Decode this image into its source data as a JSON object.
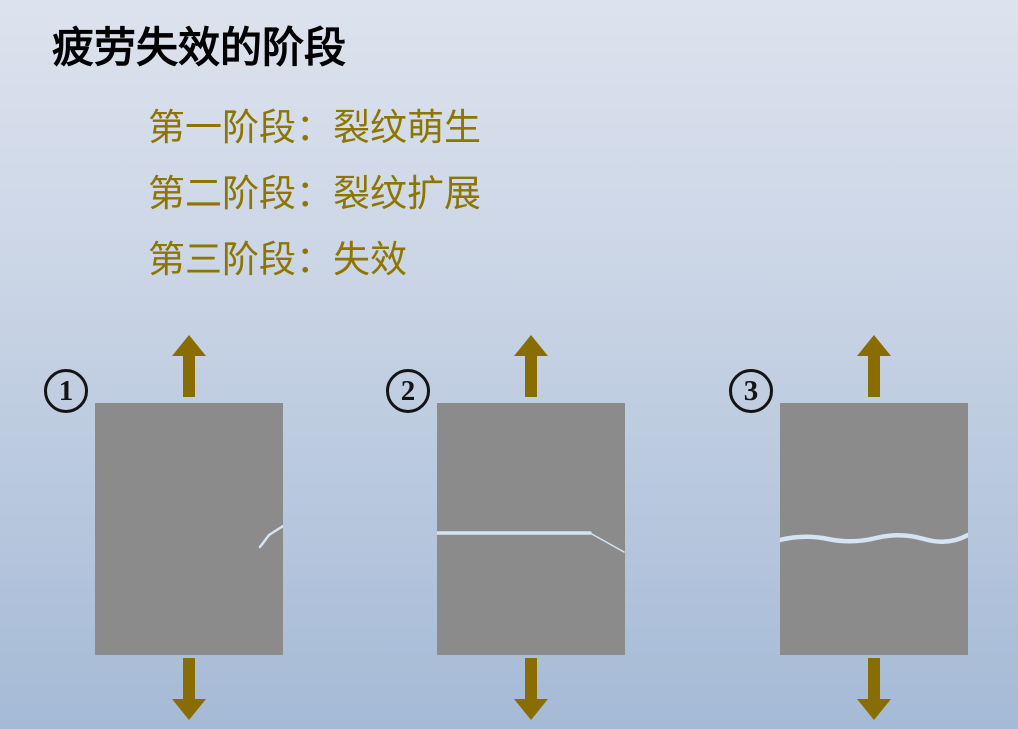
{
  "slide": {
    "title": "疲劳失效的阶段",
    "stages": [
      "第一阶段：裂纹萌生",
      "第二阶段：裂纹扩展",
      "第三阶段：失效"
    ]
  },
  "diagram": {
    "specimens": [
      {
        "number": "1"
      },
      {
        "number": "2"
      },
      {
        "number": "3"
      }
    ],
    "colors": {
      "bg_top": "#dde3ee",
      "bg_bottom": "#a5bad6",
      "title_text": "#000000",
      "stage_text": "#8d7500",
      "arrow": "#8a6d00",
      "specimen_gray": "#8b8b8b",
      "crack": "#d5e4f2",
      "badge": "#141414"
    }
  }
}
